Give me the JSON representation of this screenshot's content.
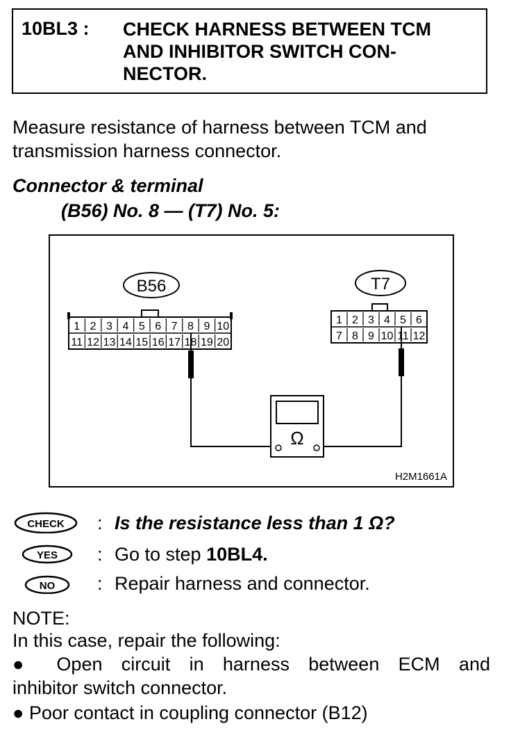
{
  "header": {
    "step_number": "10BL3 :",
    "title_lines": [
      "CHECK HARNESS BETWEEN TCM",
      "AND INHIBITOR SWITCH CON-",
      "NECTOR."
    ]
  },
  "instruction_lines": [
    "Measure resistance of harness between TCM and",
    "transmission harness connector."
  ],
  "connector_label": "Connector & terminal",
  "connector_spec": "(B56) No. 8 — (T7) No. 5:",
  "figure": {
    "connector_b56_label": "B56",
    "connector_t7_label": "T7",
    "b56_top_row": [
      "1",
      "2",
      "3",
      "4",
      "5",
      "6",
      "7",
      "8",
      "9",
      "10"
    ],
    "b56_bottom_row": [
      "11",
      "12",
      "13",
      "14",
      "15",
      "16",
      "17",
      "18",
      "19",
      "20"
    ],
    "t7_top_row": [
      "1",
      "2",
      "3",
      "4",
      "5",
      "6"
    ],
    "t7_bottom_row": [
      "7",
      "8",
      "9",
      "10",
      "11",
      "12"
    ],
    "meter_symbol": "Ω",
    "figure_code": "H2M1661A"
  },
  "check": {
    "badge": "CHECK",
    "question": "Is the resistance less than 1 Ω?"
  },
  "yes": {
    "badge": "YES",
    "text": "Go to step ",
    "step": "10BL4."
  },
  "no": {
    "badge": "NO",
    "text": "Repair harness and connector."
  },
  "note": {
    "heading": "NOTE:",
    "intro": "In this case, repair the following:",
    "item1_lines": [
      "Open circuit in harness between ECM and",
      "inhibitor switch connector."
    ],
    "item2": "Poor contact in coupling connector (B12)"
  }
}
